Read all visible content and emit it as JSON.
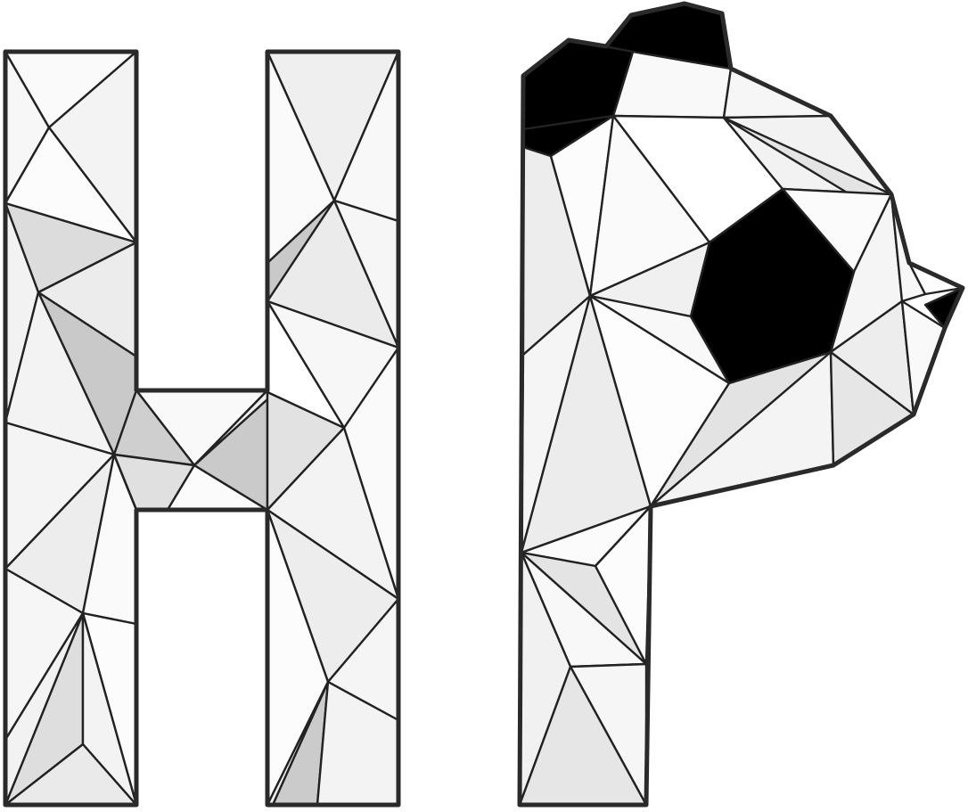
{
  "artwork": {
    "description_glyphs": [
      "H",
      "P"
    ],
    "style": "low-poly geometric line art",
    "letter_p_motif": "panda head",
    "colors": {
      "outline": "#2a2a2a",
      "line": "#222222",
      "white": "#fcfcfc",
      "light": "#f3f3f3",
      "mid_light": "#ececec",
      "mid": "#dedede",
      "dark": "#c9c9c9",
      "panda_black": "#000000"
    }
  }
}
